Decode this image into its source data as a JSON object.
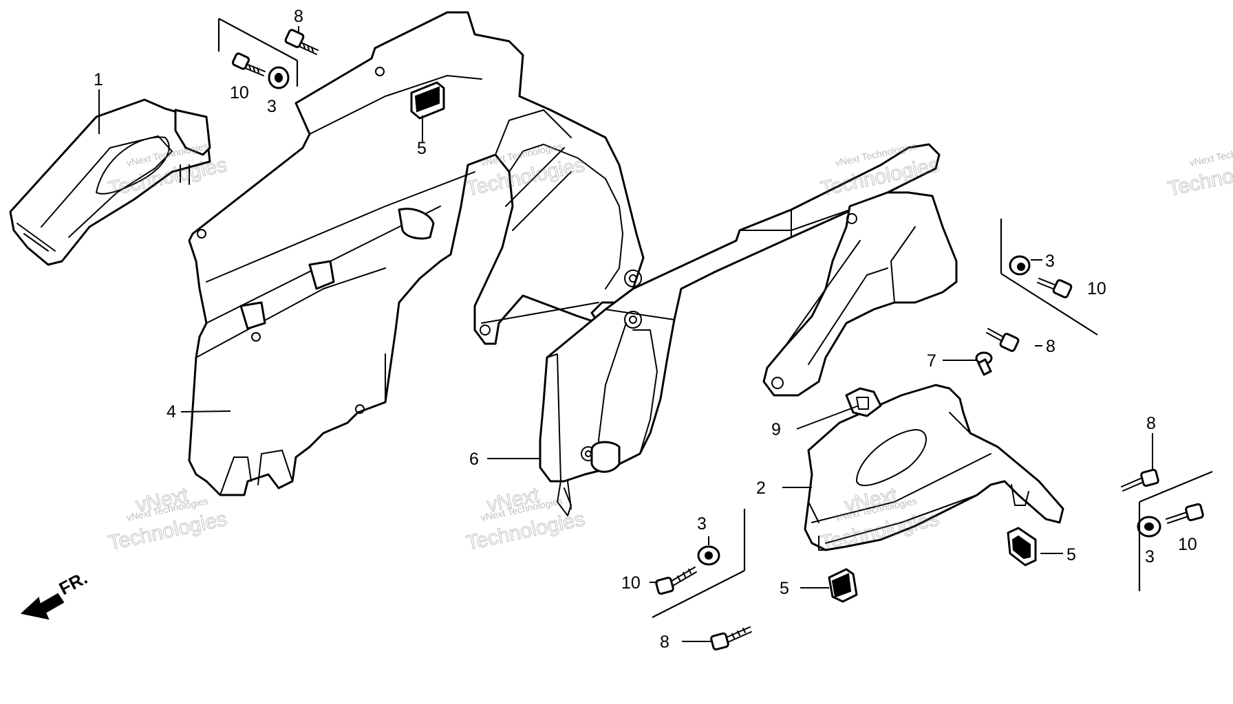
{
  "callouts": {
    "c1": "1",
    "c2": "2",
    "c3a": "3",
    "c3b": "3",
    "c3c": "3",
    "c3d": "3",
    "c4": "4",
    "c5a": "5",
    "c5b": "5",
    "c5c": "5",
    "c6": "6",
    "c7": "7",
    "c8a": "8",
    "c8b": "8",
    "c8c": "8",
    "c8d": "8",
    "c9": "9",
    "c10a": "10",
    "c10b": "10",
    "c10c": "10",
    "c10d": "10"
  },
  "front_marker": "FR.",
  "watermark": {
    "line1": "vNext Technologies",
    "line2a": "vNext",
    "line2b": "Technologies"
  }
}
